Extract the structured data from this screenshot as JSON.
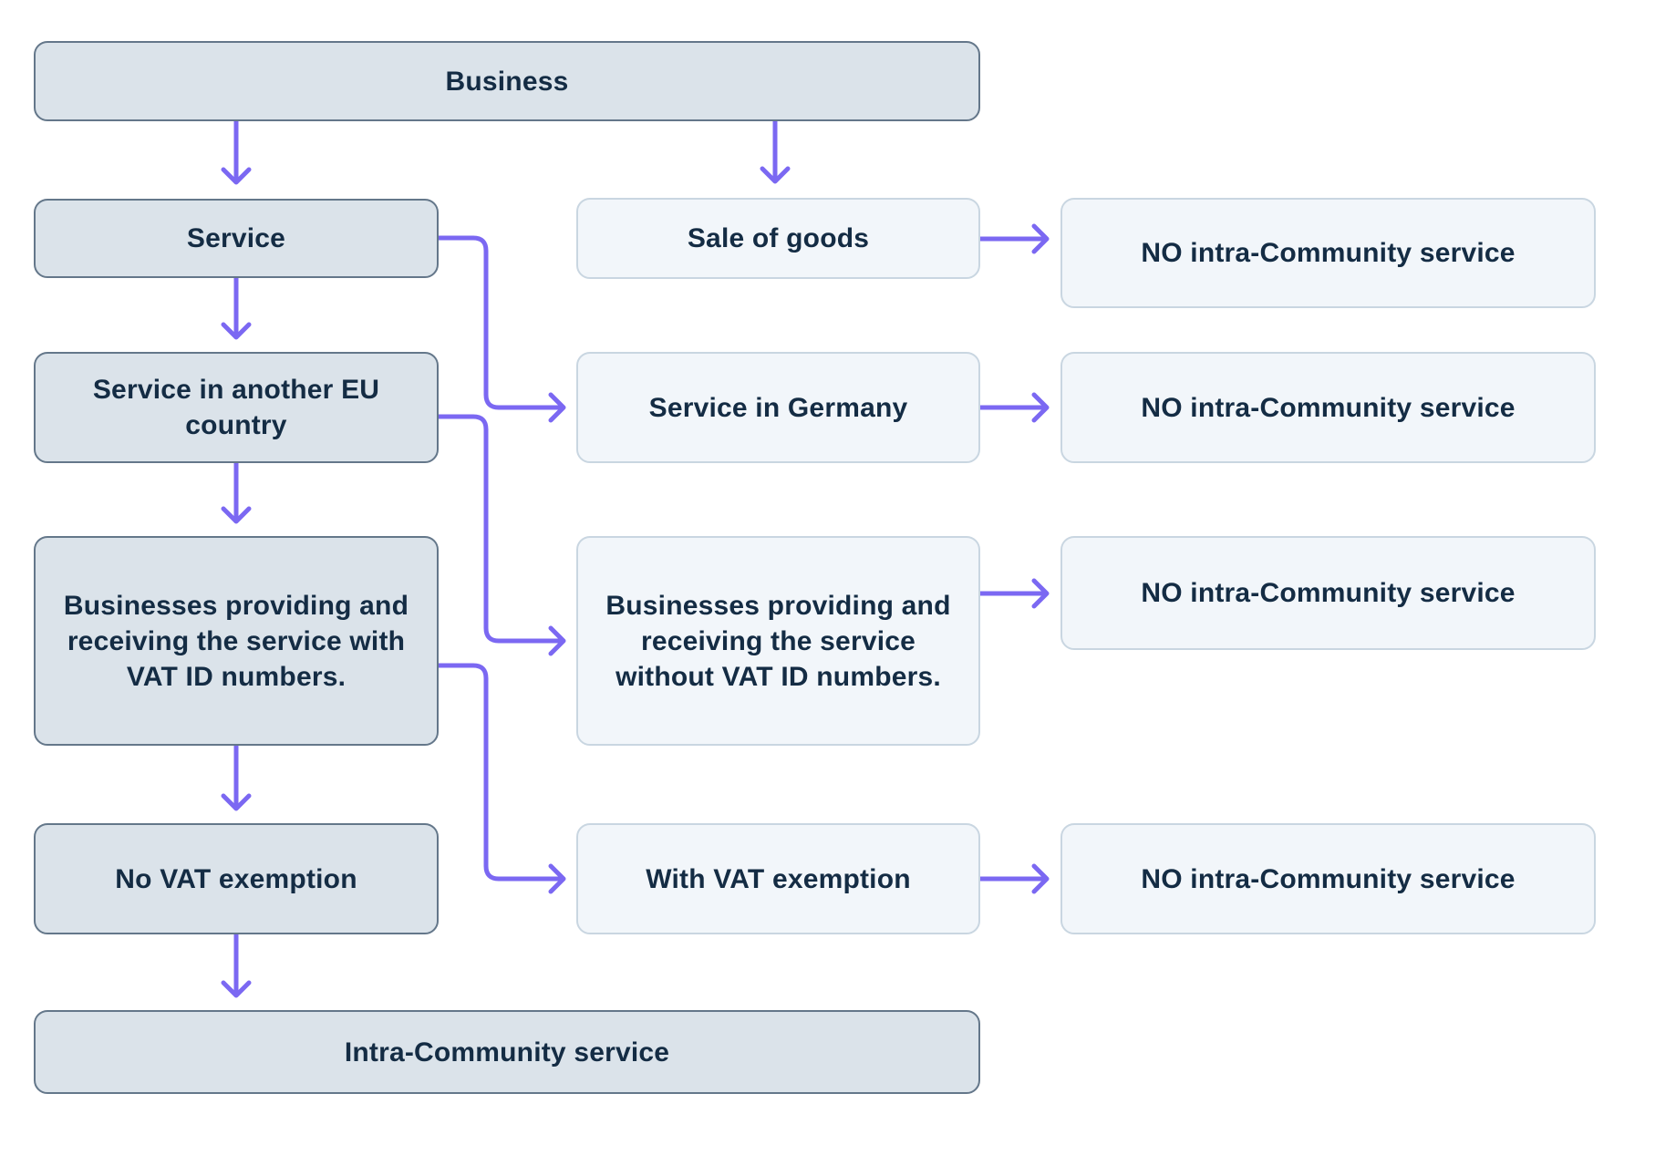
{
  "diagram": {
    "type": "flowchart",
    "nodes": [
      {
        "id": "business",
        "label": "Business",
        "variant": "dark"
      },
      {
        "id": "service",
        "label": "Service",
        "variant": "dark"
      },
      {
        "id": "sale-of-goods",
        "label": "Sale of goods",
        "variant": "light"
      },
      {
        "id": "no-ics-1",
        "label": "NO intra-Community service",
        "variant": "light"
      },
      {
        "id": "service-eu",
        "label": "Service in another EU country",
        "variant": "dark"
      },
      {
        "id": "service-germany",
        "label": "Service in Germany",
        "variant": "light"
      },
      {
        "id": "no-ics-2",
        "label": "NO intra-Community service",
        "variant": "light"
      },
      {
        "id": "biz-with-vat",
        "label": "Businesses providing and receiving the service with VAT ID numbers.",
        "variant": "dark"
      },
      {
        "id": "biz-without-vat",
        "label": "Businesses providing and receiving the service without VAT ID numbers.",
        "variant": "light"
      },
      {
        "id": "no-ics-3",
        "label": "NO intra-Community service",
        "variant": "light"
      },
      {
        "id": "no-vat-exemption",
        "label": "No VAT exemption",
        "variant": "dark"
      },
      {
        "id": "with-vat-exemption",
        "label": "With VAT exemption",
        "variant": "light"
      },
      {
        "id": "no-ics-4",
        "label": "NO intra-Community service",
        "variant": "light"
      },
      {
        "id": "intra-community-service",
        "label": "Intra-Community service",
        "variant": "dark"
      }
    ],
    "edges": [
      {
        "from": "business",
        "to": "service"
      },
      {
        "from": "business",
        "to": "sale-of-goods"
      },
      {
        "from": "sale-of-goods",
        "to": "no-ics-1"
      },
      {
        "from": "service",
        "to": "service-eu"
      },
      {
        "from": "service",
        "to": "service-germany"
      },
      {
        "from": "service-germany",
        "to": "no-ics-2"
      },
      {
        "from": "service-eu",
        "to": "biz-with-vat"
      },
      {
        "from": "service-eu",
        "to": "biz-without-vat"
      },
      {
        "from": "biz-without-vat",
        "to": "no-ics-3"
      },
      {
        "from": "biz-with-vat",
        "to": "no-vat-exemption"
      },
      {
        "from": "biz-with-vat",
        "to": "with-vat-exemption"
      },
      {
        "from": "with-vat-exemption",
        "to": "no-ics-4"
      },
      {
        "from": "no-vat-exemption",
        "to": "intra-community-service"
      }
    ],
    "colors": {
      "background": "#ffffff",
      "text": "#142c44",
      "connector": "#7b68f2",
      "node_dark_bg": "#dbe3ea",
      "node_dark_border": "#64778a",
      "node_light_bg": "#f2f6fa",
      "node_light_border": "#c9d6e1"
    }
  }
}
